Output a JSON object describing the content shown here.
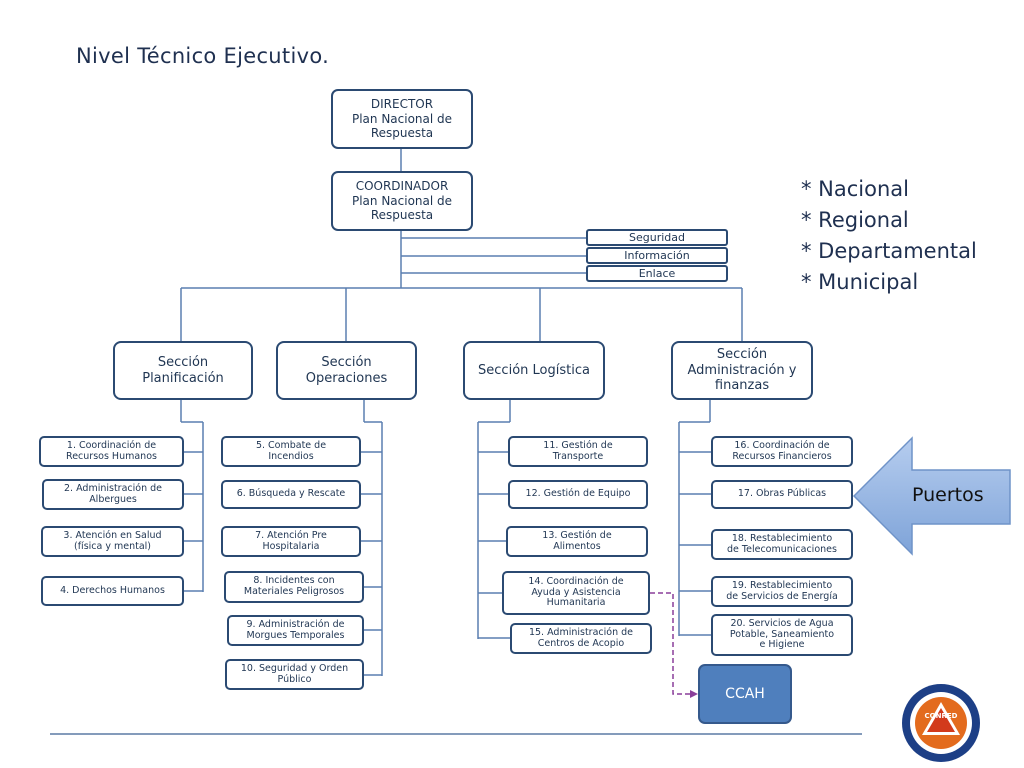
{
  "title": "Nivel Técnico Ejecutivo.",
  "director": "DIRECTOR\nPlan Nacional de\nRespuesta",
  "coordinator": "COORDINADOR\nPlan Nacional de\nRespuesta",
  "staff": [
    "Seguridad",
    "Información",
    "Enlace"
  ],
  "levels": [
    "* Nacional",
    "* Regional",
    "* Departamental",
    "* Municipal"
  ],
  "sections": {
    "planificacion": {
      "label": "Sección\nPlanificación",
      "items": [
        "1. Coordinación de\nRecursos Humanos",
        "2. Administración de\nAlbergues",
        "3. Atención en Salud\n(física  y mental)",
        "4. Derechos Humanos"
      ]
    },
    "operaciones": {
      "label": "Sección\nOperaciones",
      "items": [
        "5. Combate de\nIncendios",
        "6. Búsqueda y Rescate",
        "7. Atención Pre\nHospitalaria",
        "8. Incidentes con\nMateriales Peligrosos",
        "9. Administración de\nMorgues Temporales",
        "10. Seguridad y Orden\nPúblico"
      ]
    },
    "logistica": {
      "label": "Sección Logística",
      "items": [
        "11. Gestión de\nTransporte",
        "12. Gestión de Equipo",
        "13. Gestión de\nAlimentos",
        "14. Coordinación de\nAyuda y Asistencia\nHumanitaria",
        "15. Administración de\nCentros de Acopio"
      ]
    },
    "administracion": {
      "label": "Sección\nAdministración y\nfinanzas",
      "items": [
        "16. Coordinación de\nRecursos Financieros",
        "17. Obras Públicas",
        "18. Restablecimiento\nde Telecomunicaciones",
        "19. Restablecimiento\nde Servicios de Energía",
        "20. Servicios de Agua\nPotable, Saneamiento\ne Higiene"
      ]
    }
  },
  "ccah": "CCAH",
  "callout": "Puertos",
  "logo_text": "CONRED",
  "colors": {
    "box_border": "#2b4a72",
    "connector": "#5a7fb0",
    "ccah_fill": "#4f7fbd",
    "callout_fill": "#8fb0e0",
    "dashed_link": "#8a3f9a"
  }
}
